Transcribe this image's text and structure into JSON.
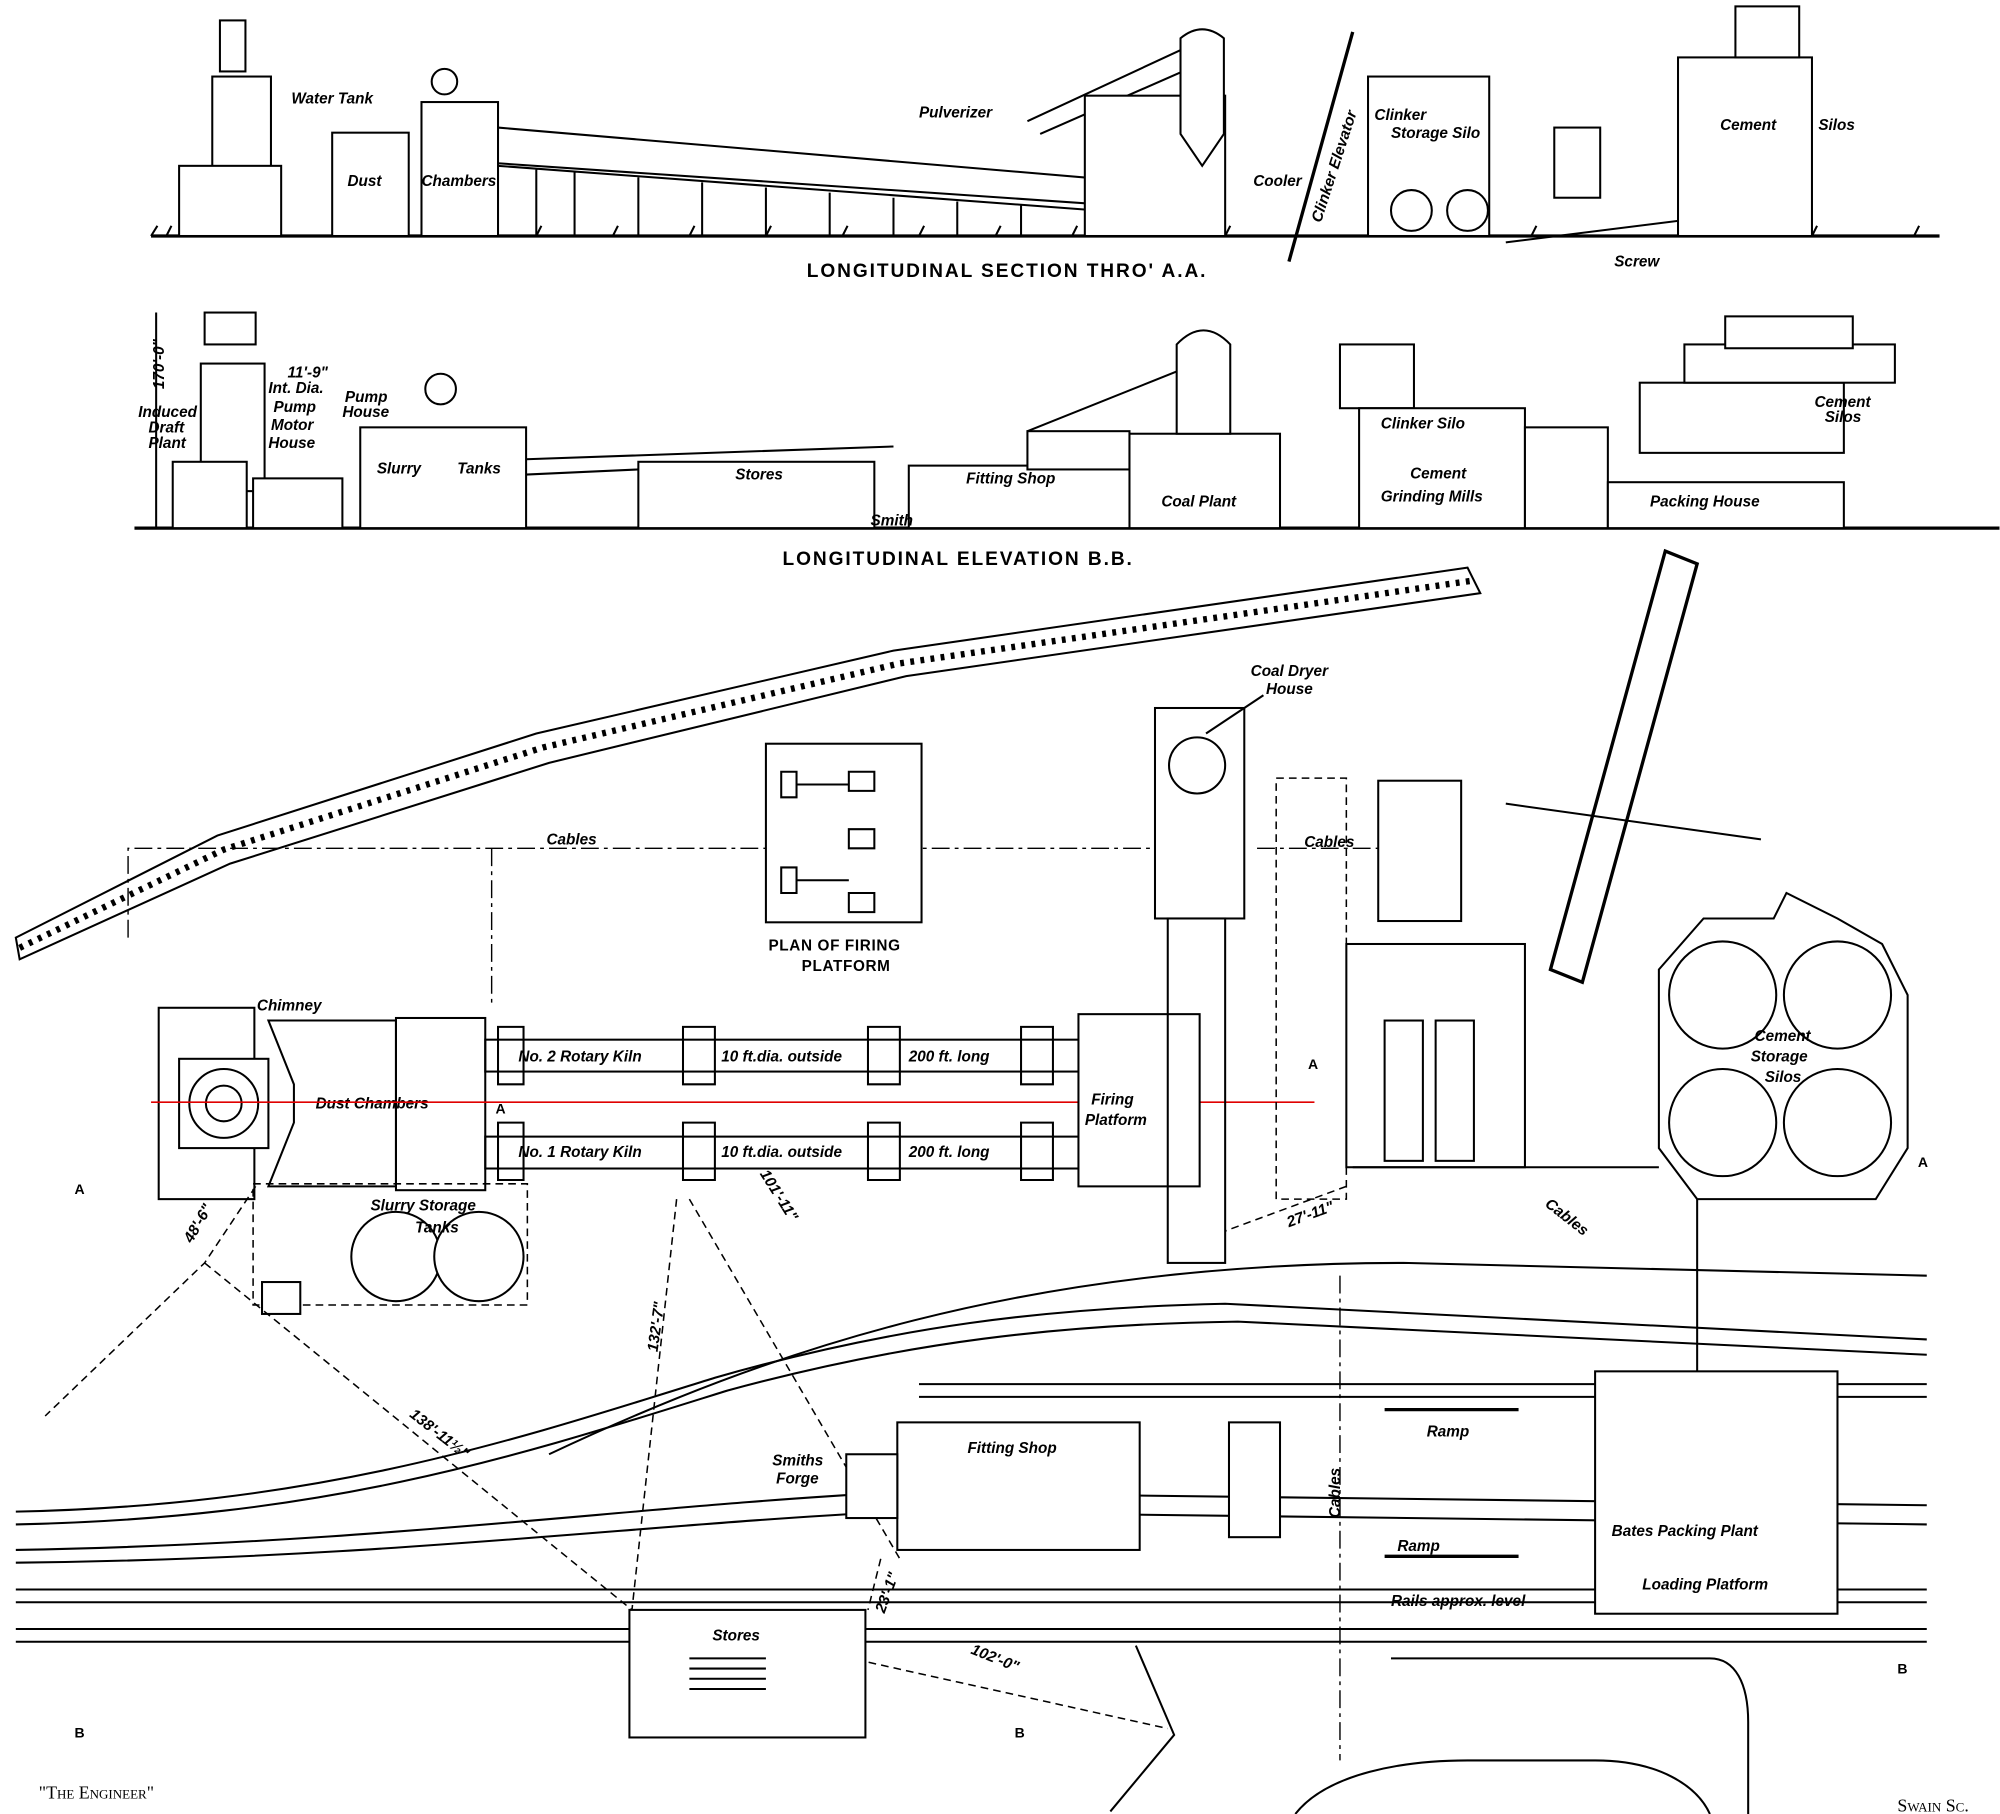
{
  "section": {
    "title": "LONGITUDINAL SECTION THRO' A.A.",
    "labels": {
      "water_tank": "Water Tank",
      "dust": "Dust",
      "chambers": "Chambers",
      "pulverizer": "Pulverizer",
      "clinker_elevator": "Clinker Elevator",
      "clinker": "Clinker",
      "storage_silo": "Storage  Silo",
      "cooler": "Cooler",
      "cement": "Cement",
      "silos": "Silos",
      "screw": "Screw"
    }
  },
  "elevation": {
    "title": "LONGITUDINAL  ELEVATION  B.B.",
    "labels": {
      "height": "170'-0\"",
      "dia_1": "11'-9\"",
      "dia_2": "Int. Dia.",
      "induced": "Induced",
      "draft": "Draft",
      "plant": "Plant",
      "pump": "Pump",
      "motor": "Motor",
      "house": "House",
      "pump_h": "Pump",
      "house_h": "House",
      "slurry": "Slurry",
      "tanks": "Tanks",
      "stores": "Stores",
      "fitting_shop": "Fitting Shop",
      "smith": "Smith",
      "coal_plant": "Coal Plant",
      "clinker_silo": "Clinker  Silo",
      "cement": "Cement",
      "grinding_mills": "Grinding Mills",
      "cement_s": "Cement",
      "silos_s": "Silos",
      "packing_house": "Packing  House"
    }
  },
  "plan": {
    "labels": {
      "cables_1": "Cables",
      "cables_2": "Cables",
      "cables_3": "Cables",
      "cables_4": "Cables",
      "coal_dryer_1": "Coal Dryer",
      "coal_dryer_2": "House",
      "firing_plan_1": "PLAN OF FIRING",
      "firing_plan_2": "PLATFORM",
      "chimney": "Chimney",
      "dust_chambers": "Dust Chambers",
      "kiln2": "No. 2 Rotary Kiln",
      "kiln1": "No. 1 Rotary Kiln",
      "dia": "10 ft.dia. outside",
      "long": "200 ft. long",
      "firing_1": "Firing",
      "firing_2": "Platform",
      "cement_storage_1": "Cement",
      "cement_storage_2": "Storage",
      "cement_storage_3": "Silos",
      "slurry_1": "Slurry Storage",
      "slurry_2": "Tanks",
      "smiths_1": "Smiths",
      "smiths_2": "Forge",
      "fitting_shop": "Fitting Shop",
      "ramp_1": "Ramp",
      "ramp_2": "Ramp",
      "bates": "Bates Packing Plant",
      "loading": "Loading Platform",
      "rails": "Rails approx. level",
      "stores": "Stores",
      "section_a": "A",
      "section_b": "B"
    },
    "dimensions": {
      "d1": "48'-6\"",
      "d2": "138'-11½\"",
      "d3": "132'-7\"",
      "d4": "101'-11\"",
      "d5": "27'-11\"",
      "d6": "23'-1\"",
      "d7": "102'-0\""
    }
  },
  "credits": {
    "publisher": "\"The Engineer\"",
    "engraver": "Swain Sc."
  },
  "colors": {
    "ink": "#000000",
    "axis_line": "#e00000"
  }
}
